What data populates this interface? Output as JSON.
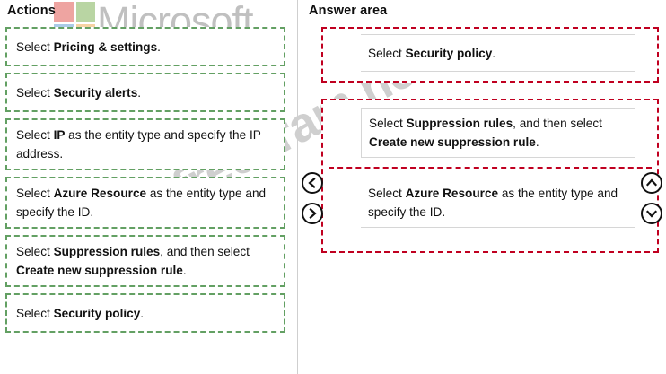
{
  "panels": {
    "actions_title": "Actions",
    "answer_title": "Answer area"
  },
  "actions": {
    "items": [
      {
        "id": "action-pricing-settings",
        "lines": [
          [
            {
              "t": "Select ",
              "b": false
            },
            {
              "t": "Pricing & settings",
              "b": true
            },
            {
              "t": ".",
              "b": false
            }
          ]
        ],
        "plain": "Select Pricing & settings."
      },
      {
        "id": "action-security-alerts",
        "lines": [
          [
            {
              "t": "Select ",
              "b": false
            },
            {
              "t": "Security alerts",
              "b": true
            },
            {
              "t": ".",
              "b": false
            }
          ]
        ],
        "plain": "Select Security alerts."
      },
      {
        "id": "action-ip-entity",
        "lines": [
          [
            {
              "t": "Select ",
              "b": false
            },
            {
              "t": "IP",
              "b": true
            },
            {
              "t": " as the entity type and specify the IP address.",
              "b": false
            }
          ]
        ],
        "plain": "Select IP as the entity type and specify the IP address."
      },
      {
        "id": "action-azure-resource-entity",
        "lines": [
          [
            {
              "t": "Select ",
              "b": false
            },
            {
              "t": "Azure Resource",
              "b": true
            },
            {
              "t": " as the entity type and specify the ID.",
              "b": false
            }
          ]
        ],
        "plain": "Select Azure Resource as the entity type and specify the ID."
      },
      {
        "id": "action-suppression-rules",
        "lines": [
          [
            {
              "t": "Select ",
              "b": false
            },
            {
              "t": "Suppression rules",
              "b": true
            },
            {
              "t": ", and then select ",
              "b": false
            },
            {
              "t": "Create new suppression rule",
              "b": true
            },
            {
              "t": ".",
              "b": false
            }
          ]
        ],
        "plain": "Select Suppression rules, and then select Create new suppression rule."
      },
      {
        "id": "action-security-policy",
        "lines": [
          [
            {
              "t": "Select ",
              "b": false
            },
            {
              "t": "Security policy",
              "b": true
            },
            {
              "t": ".",
              "b": false
            }
          ]
        ],
        "plain": "Select Security policy."
      }
    ]
  },
  "answer_area": {
    "group1": {
      "slots": [
        {
          "id": "answer-slot-security-policy",
          "plain": "Select Security policy.",
          "lines": [
            [
              {
                "t": "Select ",
                "b": false
              },
              {
                "t": "Security policy",
                "b": true
              },
              {
                "t": ".",
                "b": false
              }
            ]
          ]
        }
      ]
    },
    "group2": {
      "slots": [
        {
          "id": "answer-slot-suppression-rules",
          "plain": "Select Suppression rules, and then select Create new suppression rule.",
          "lines": [
            [
              {
                "t": "Select ",
                "b": false
              },
              {
                "t": "Suppression rules",
                "b": true
              },
              {
                "t": ", and then select ",
                "b": false
              },
              {
                "t": "Create new suppression rule",
                "b": true
              },
              {
                "t": ".",
                "b": false
              }
            ]
          ]
        },
        {
          "id": "answer-slot-azure-resource",
          "plain": "Select Azure Resource as the entity type and specify the ID.",
          "lines": [
            [
              {
                "t": "Select ",
                "b": false
              },
              {
                "t": "Azure Resource",
                "b": true
              },
              {
                "t": " as the entity type and specify the ID.",
                "b": false
              }
            ]
          ]
        }
      ]
    }
  },
  "controls": {
    "move_left": "move-left-chevron-icon",
    "move_right": "move-right-chevron-icon",
    "move_up": "move-up-chevron-icon",
    "move_down": "move-down-chevron-icon"
  },
  "watermarks": {
    "microsoft_text": "Microsoft",
    "microsoft_logo_colors": [
      "#e8827e",
      "#9fc581",
      "#8cb8e0",
      "#f3c380"
    ],
    "site": "freecram.net"
  },
  "colors": {
    "action_border": "#63a063",
    "answer_border": "#c00020",
    "divider": "#cfcfcf",
    "text": "#111111"
  }
}
